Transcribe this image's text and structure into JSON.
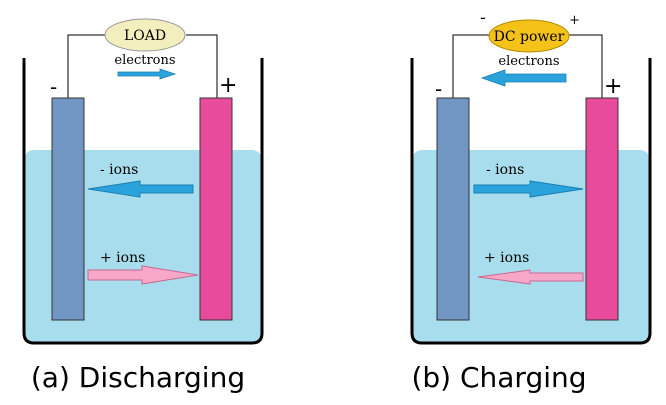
{
  "panels": [
    {
      "caption": "(a) Discharging",
      "device_label": "LOAD",
      "electrons_label": "electrons",
      "neg_terminal": "-",
      "pos_terminal": "+",
      "neg_ions_label": "- ions",
      "pos_ions_label": "+ ions",
      "electron_flow": "right",
      "neg_ion_flow": "left",
      "pos_ion_flow": "right"
    },
    {
      "caption": "(b) Charging",
      "device_label": "DC power",
      "device_neg_sign": "-",
      "device_pos_sign": "+",
      "electrons_label": "electrons",
      "neg_terminal": "-",
      "pos_terminal": "+",
      "neg_ions_label": "- ions",
      "pos_ions_label": "+ ions",
      "electron_flow": "left",
      "neg_ion_flow": "right",
      "pos_ion_flow": "left"
    }
  ],
  "colors": {
    "electrolyte": "#a8dded",
    "anode": "#7196c4",
    "cathode": "#e94b9c",
    "load_fill": "#f3eebd",
    "dc_fill": "#f5c21a",
    "electron_arrow": "#2aa3dc",
    "neg_ion_arrow": "#2aa3dc",
    "pos_ion_arrow": "#f7a8c8"
  }
}
